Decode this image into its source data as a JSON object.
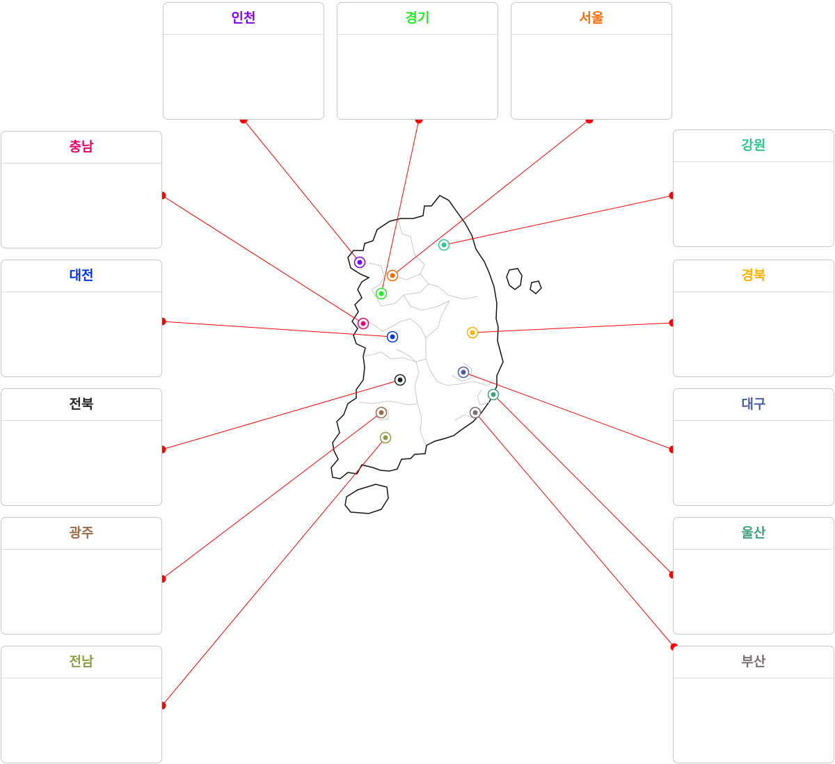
{
  "regions": [
    {
      "id": "incheon",
      "name": "인천",
      "color": "#7a00ff"
    },
    {
      "id": "gyeonggi",
      "name": "경기",
      "color": "#22ee22"
    },
    {
      "id": "seoul",
      "name": "서울",
      "color": "#ff6a00"
    },
    {
      "id": "chungnam",
      "name": "충남",
      "color": "#e8006e"
    },
    {
      "id": "gangwon",
      "name": "강원",
      "color": "#2fc88a"
    },
    {
      "id": "daejeon",
      "name": "대전",
      "color": "#0033ff"
    },
    {
      "id": "gyeongbuk",
      "name": "경북",
      "color": "#ffb000"
    },
    {
      "id": "jeonbuk",
      "name": "전북",
      "color": "#222222"
    },
    {
      "id": "daegu",
      "name": "대구",
      "color": "#4a5fa3"
    },
    {
      "id": "gwangju",
      "name": "광주",
      "color": "#9a6a4a"
    },
    {
      "id": "ulsan",
      "name": "울산",
      "color": "#3f9f7a"
    },
    {
      "id": "jeonnam",
      "name": "전남",
      "color": "#8f9a45"
    },
    {
      "id": "busan",
      "name": "부산",
      "color": "#7a6e6e"
    }
  ],
  "connector_color": "#ff0000"
}
